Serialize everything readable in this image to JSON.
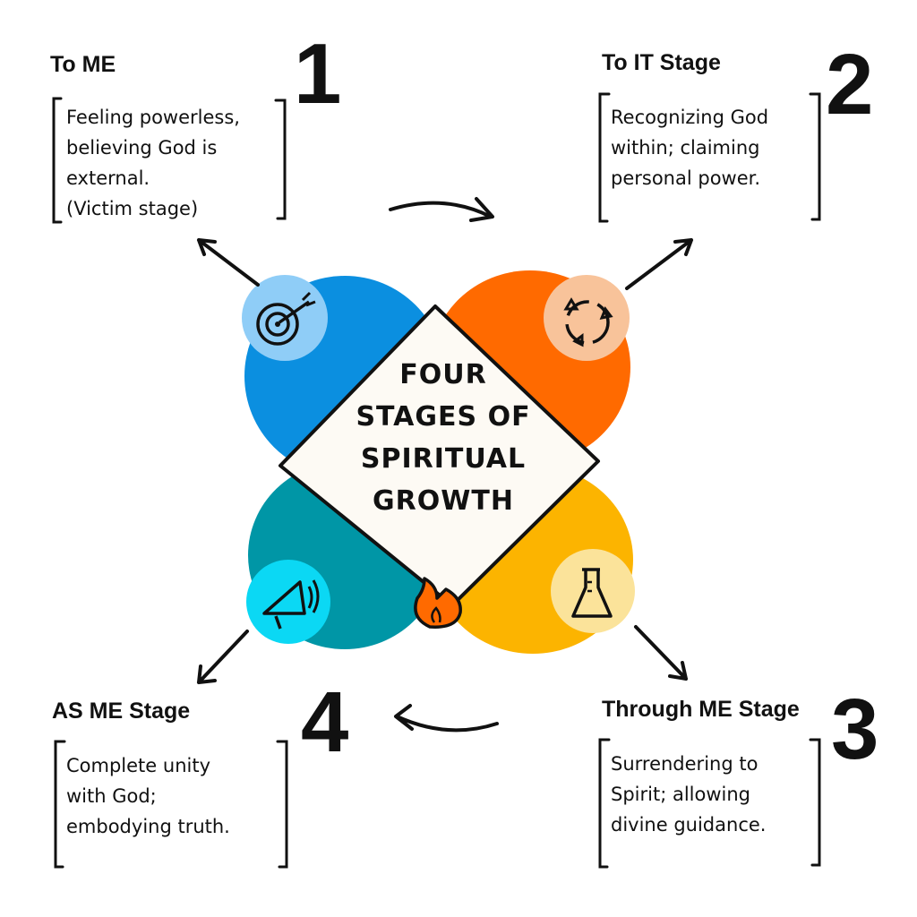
{
  "title": "Four Stages of Spiritual Growth",
  "stages": [
    {
      "number": "1",
      "label": "To ME",
      "lines": [
        "Feeling powerless,",
        "believing God is",
        "external.",
        "(Victim stage)"
      ],
      "icon": "target-icon",
      "color": "#0b8fe0"
    },
    {
      "number": "2",
      "label": "To IT Stage",
      "lines": [
        "Recognizing God",
        "within; claiming",
        "personal power."
      ],
      "icon": "cycle-arrows-icon",
      "color": "#ff6a00"
    },
    {
      "number": "3",
      "label": "Through ME Stage",
      "lines": [
        "Surrendering to",
        "Spirit; allowing",
        "divine guidance."
      ],
      "icon": "flask-icon",
      "color": "#fcb400"
    },
    {
      "number": "4",
      "label": "AS ME Stage",
      "lines": [
        "Complete unity",
        "with God;",
        "embodying truth."
      ],
      "icon": "megaphone-icon",
      "color": "#0096a6"
    }
  ],
  "center_icon": "flame-icon"
}
